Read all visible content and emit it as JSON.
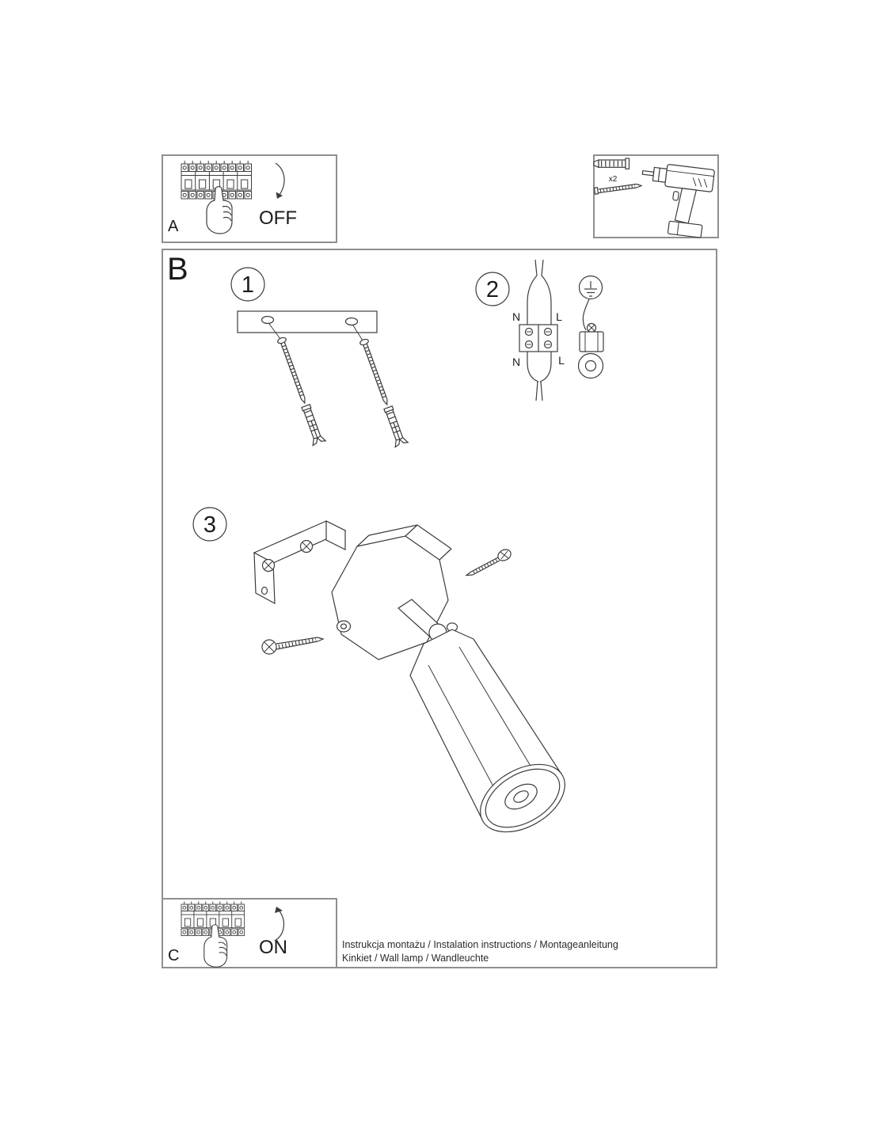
{
  "panel_a": {
    "label": "A",
    "switch_state": "OFF"
  },
  "panel_c": {
    "label": "C",
    "switch_state": "ON"
  },
  "section_b": {
    "label": "B"
  },
  "steps": {
    "one": "1",
    "two": "2",
    "three": "3"
  },
  "wiring": {
    "n_top": "N",
    "l_top": "L",
    "n_bottom": "N",
    "l_bottom": "L"
  },
  "hardware": {
    "anchor_count": "x2"
  },
  "footer": {
    "line1": "Instrukcja montażu / Instalation instructions / Montageanleitung",
    "line2": "Kinkiet  / Wall lamp / Wandleuchte"
  }
}
